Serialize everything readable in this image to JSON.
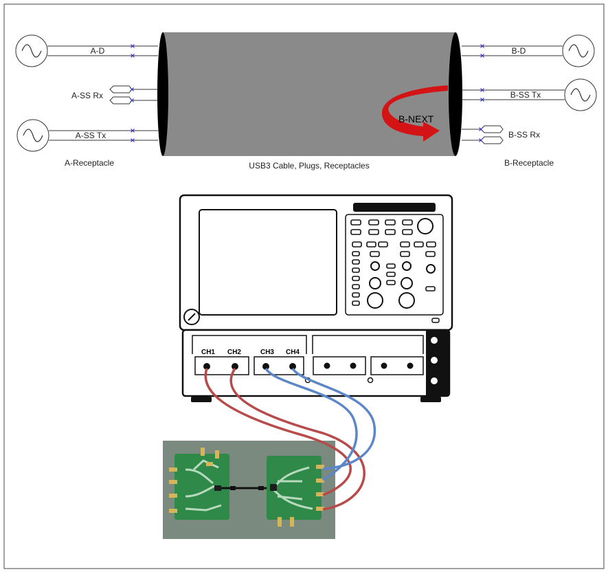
{
  "colors": {
    "cable_body": "#8a8a8a",
    "cable_end": "#000000",
    "next_arrow": "#d41414",
    "probe_red": "#b84a4a",
    "probe_blue": "#5b86c8",
    "wire_marker": "#3333cc",
    "pcb_background": "#7a8a7e",
    "pcb_board": "#2f8a4a"
  },
  "cable": {
    "label_center": "USB3 Cable, Plugs, Receptacles",
    "left_caption": "A-Receptacle",
    "right_caption": "B-Receptacle",
    "next_label": "B-NEXT"
  },
  "left_ports": [
    "A-D",
    "A-SS Rx",
    "A-SS Tx"
  ],
  "right_ports": [
    "B-D",
    "B-SS Tx",
    "B-SS Rx"
  ],
  "scope": {
    "channels": [
      "CH1",
      "CH2",
      "CH3",
      "CH4"
    ]
  },
  "icons": {
    "source": "sine-source-icon",
    "terminator": "termination-icon"
  }
}
